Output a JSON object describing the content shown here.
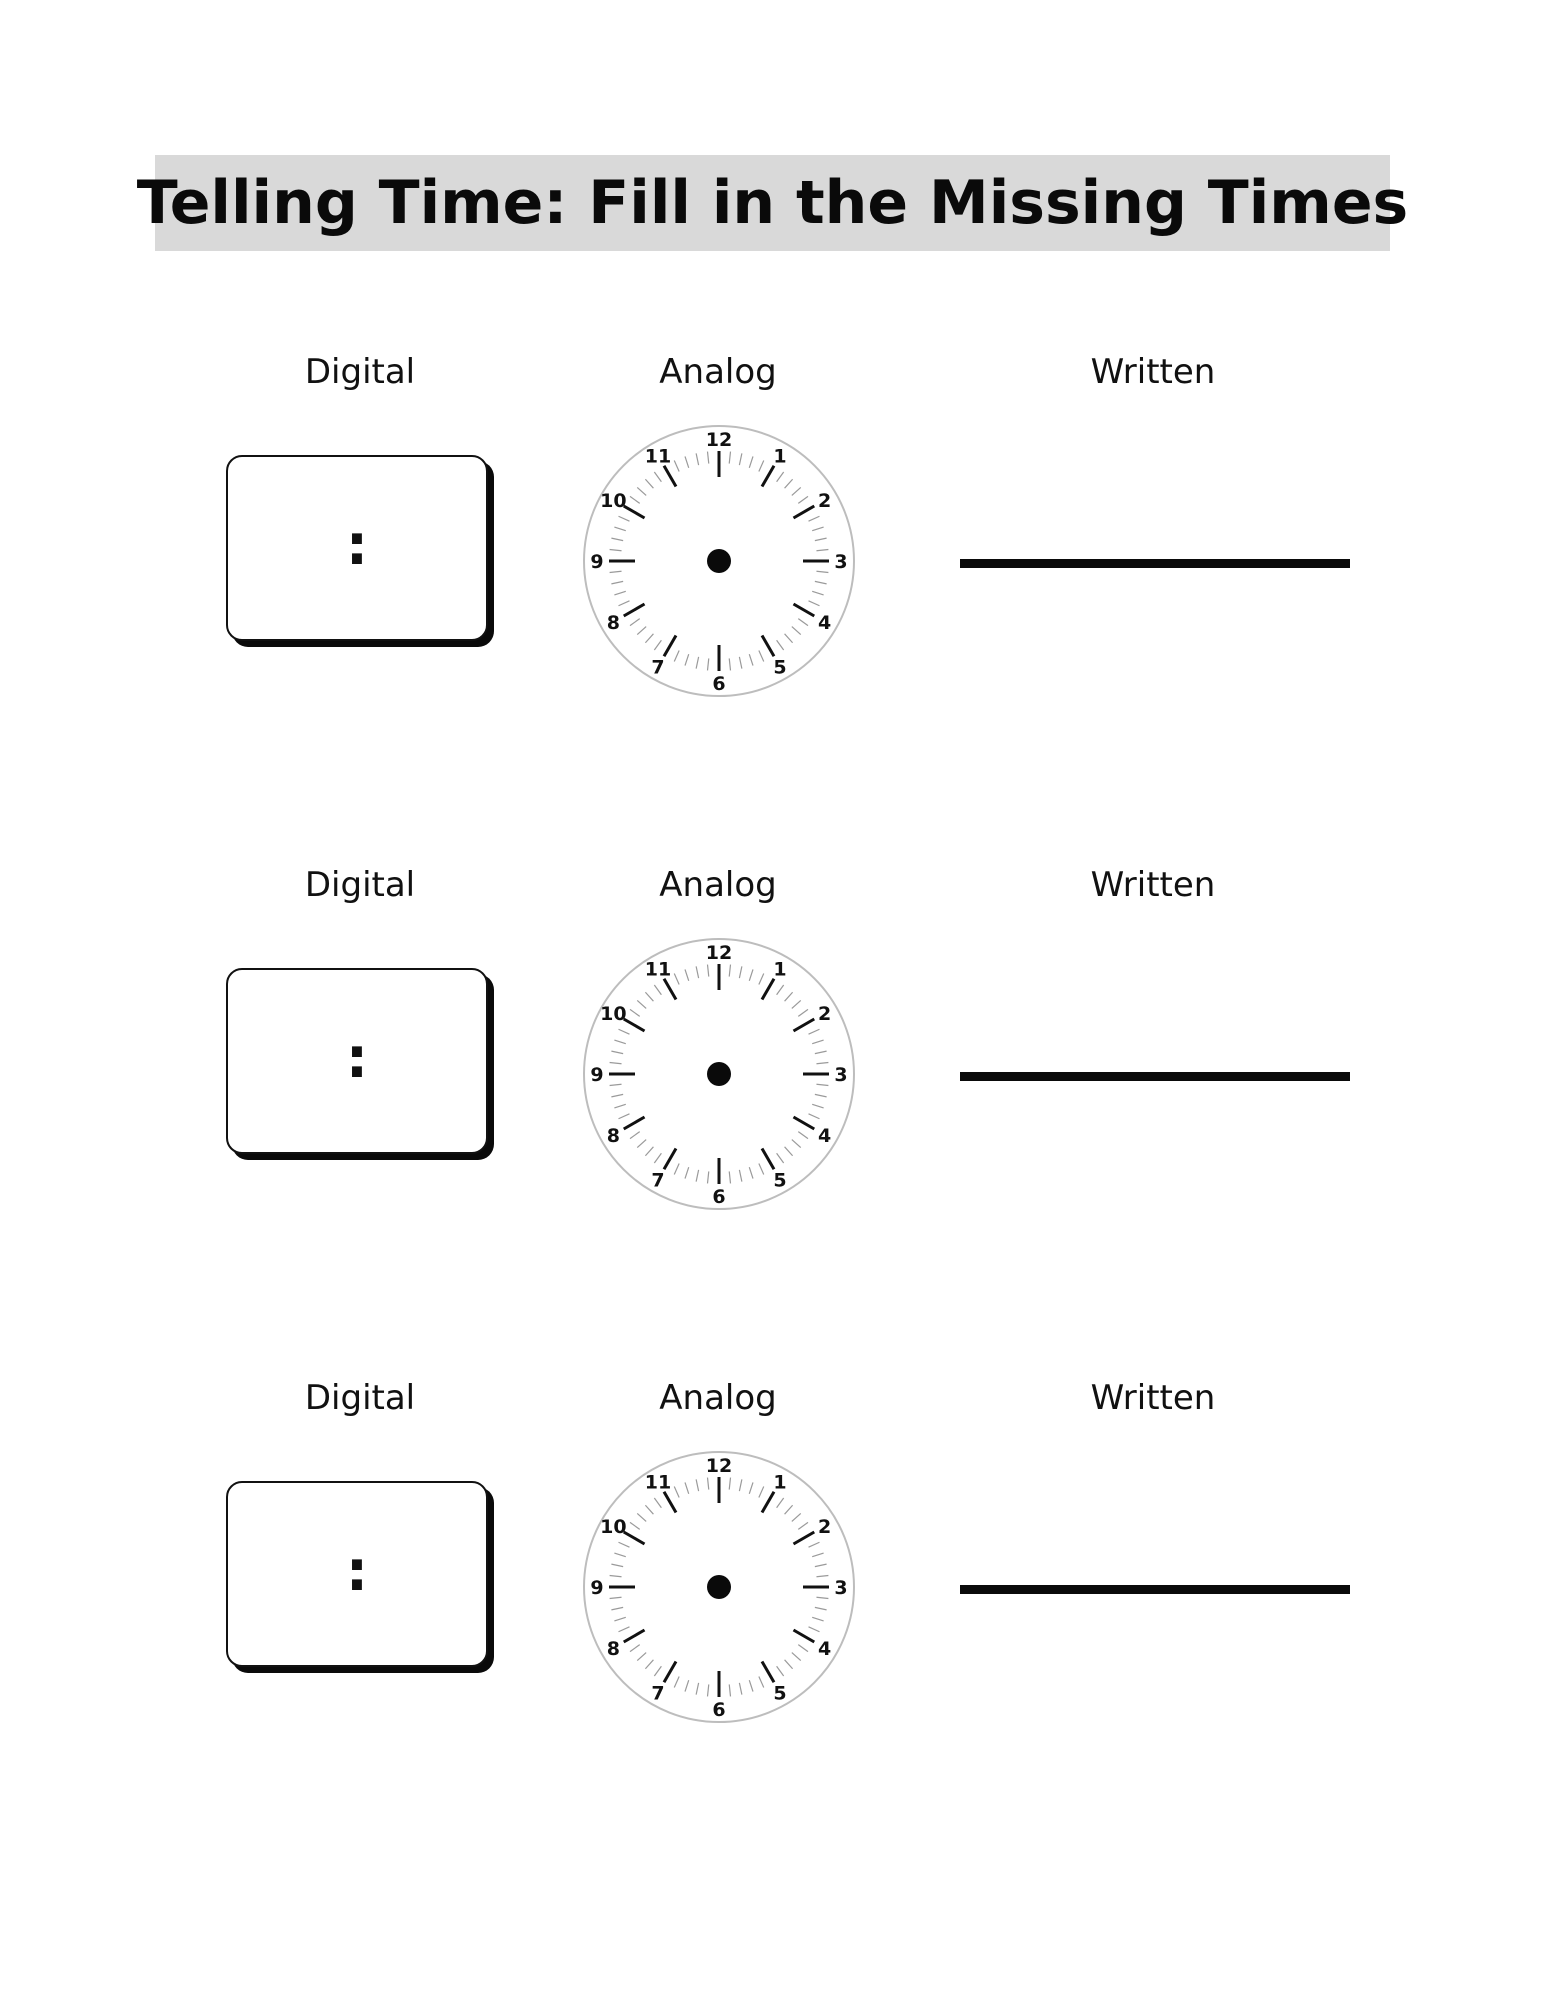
{
  "title": "Telling Time: Fill in the Missing Times",
  "columns": {
    "digital": "Digital",
    "analog": "Analog",
    "written": "Written"
  },
  "digital_separator": ":",
  "clock_numbers": [
    "12",
    "1",
    "2",
    "3",
    "4",
    "5",
    "6",
    "7",
    "8",
    "9",
    "10",
    "11"
  ],
  "rows": [
    {
      "digital_label": "Digital",
      "analog_label": "Analog",
      "written_label": "Written"
    },
    {
      "digital_label": "Digital",
      "analog_label": "Analog",
      "written_label": "Written"
    },
    {
      "digital_label": "Digital",
      "analog_label": "Analog",
      "written_label": "Written"
    }
  ]
}
